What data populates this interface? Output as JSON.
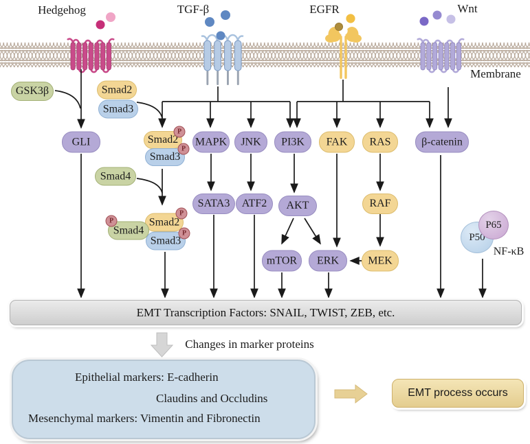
{
  "receptor_labels": {
    "hedgehog": "Hedgehog",
    "tgf_beta": "TGF-β",
    "egfr": "EGFR",
    "wnt": "Wnt",
    "membrane": "Membrane"
  },
  "nodes": {
    "gsk3b": "GSK3β",
    "smad2": "Smad2",
    "smad3": "Smad3",
    "smad4": "Smad4",
    "gli": "GLI",
    "mapk": "MAPK",
    "jnk": "JNK",
    "pi3k": "PI3K",
    "fak": "FAK",
    "ras": "RAS",
    "b_catenin": "β-catenin",
    "sata3": "SATA3",
    "atf2": "ATF2",
    "akt": "AKT",
    "raf": "RAF",
    "mtor": "mTOR",
    "erk": "ERK",
    "mek": "MEK",
    "p65": "P65",
    "p50": "P50",
    "nfkb": "NF-κB",
    "phospho": "P"
  },
  "tf_bar_label": "EMT Transcription Factors: SNAIL, TWIST, ZEB, etc.",
  "marker_transition_label": "Changes in marker proteins",
  "marker_box": {
    "epithelial": "Epithelial markers: E-cadherin",
    "junction": "Claudins and Occludins",
    "mesenchymal": "Mesenchymal markers: Vimentin and Fibronectin"
  },
  "outcome_label": "EMT process occurs",
  "colors": {
    "purple_node": "#b4a9d6",
    "yellow_node": "#f3d694",
    "blue_node": "#b9d0e9",
    "green_node": "#c9d3a4",
    "hedgehog_receptor": "#c94b8a",
    "tgfb_receptor": "#b6cbe5",
    "egfr_receptor": "#f2c65f",
    "wnt_receptor": "#b2aad9",
    "membrane_ring": "#b5a596",
    "tf_bar": "#d6d6d6",
    "marker_box": "#cdddea",
    "outcome_box": "#ecd8a0"
  }
}
